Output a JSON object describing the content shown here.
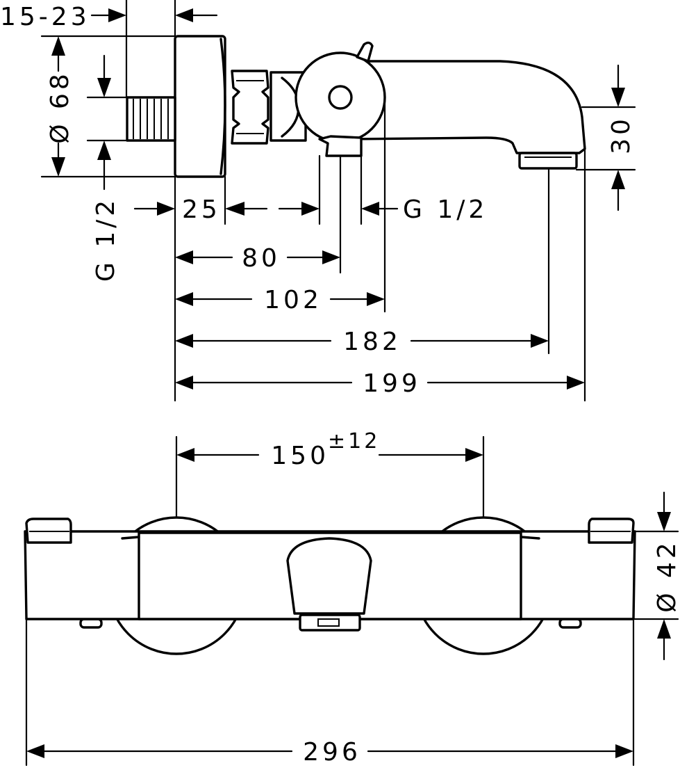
{
  "dimensions": {
    "outlet_depth": "15-23",
    "flange_diameter": "Ø 68",
    "spout_height": "30",
    "inlet_thread_left": "G 1/2",
    "flange_depth": "25",
    "outlet_thread_right": "G 1/2",
    "outlet_distance": "80",
    "body_depth": "102",
    "spout_outlet_reach": "182",
    "overall_projection": "199",
    "centres_value": "150",
    "centres_tolerance": "±12",
    "body_diameter": "Ø 42",
    "overall_width": "296"
  }
}
